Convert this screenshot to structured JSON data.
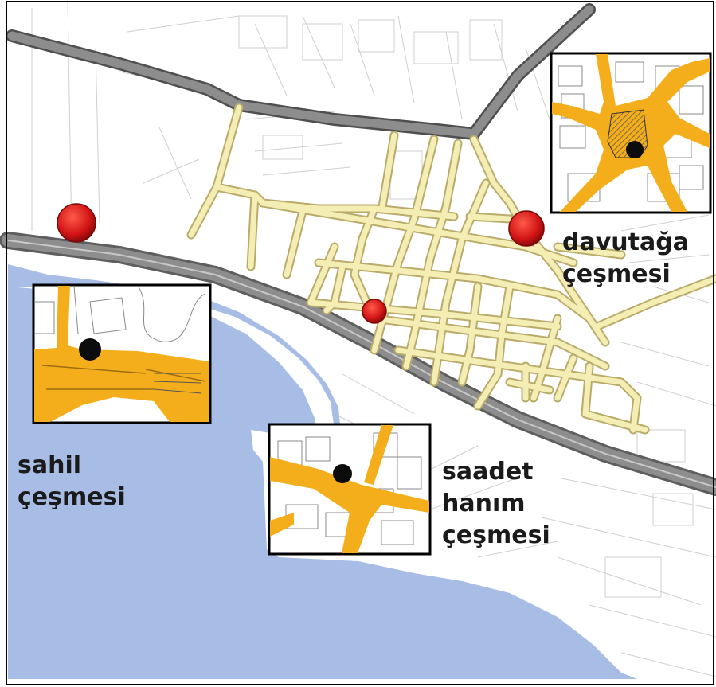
{
  "labels": {
    "davutaga": {
      "line1": "davutağa",
      "line2": "çeşmesi"
    },
    "sahil": {
      "line1": "sahil",
      "line2": "çeşmesi"
    },
    "saadet": {
      "line1": "saadet",
      "line2": "hanım",
      "line3": "çeşmesi"
    }
  },
  "colors": {
    "sea": "#a7bde6",
    "street": "#f5eeb4",
    "street_edge": "#b9ab6a",
    "main_road": "#8d8d8d",
    "main_road_edge": "#5e5e5e",
    "fountain_marker": "#d11414",
    "inset_street": "#f5ae1b",
    "inset_point": "#0c0c0c",
    "frame": "#000000"
  },
  "markers": [
    {
      "name": "sahil-fountain"
    },
    {
      "name": "saadet-fountain"
    },
    {
      "name": "davutaga-fountain"
    }
  ]
}
